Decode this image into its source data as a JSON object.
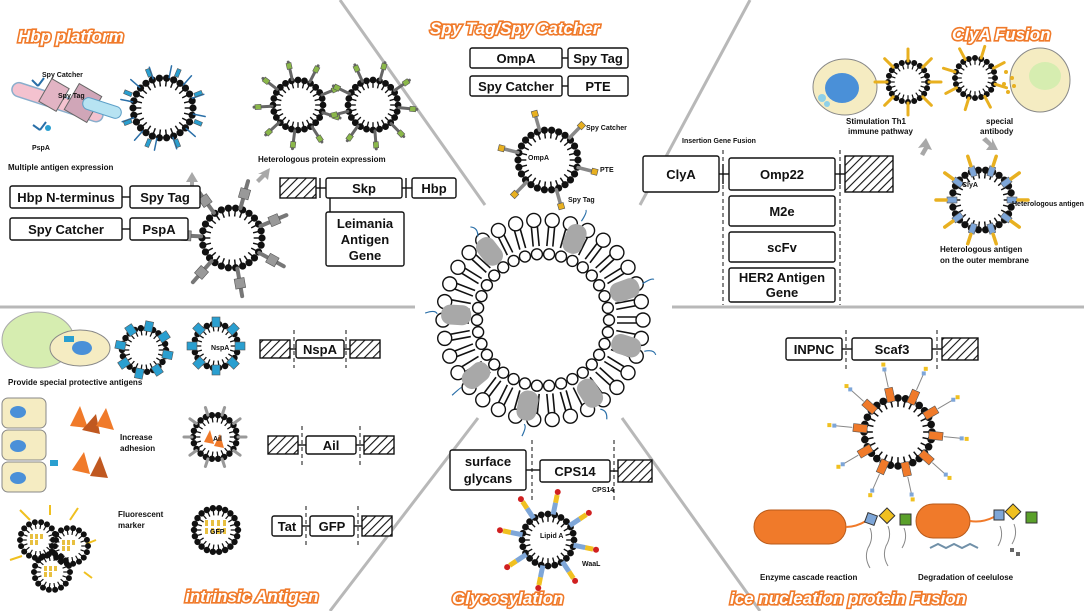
{
  "sections": {
    "hbp_platform": {
      "title": "Hbp platform",
      "spy_catcher": "Spy Catcher",
      "spy_tag": "Spy Tag",
      "pspa": "PspA",
      "caption": "Multiple antigen expression",
      "hetero_caption": "Heterologous protein expressiom",
      "construct1": [
        "Hbp N-terminus",
        "Spy Tag"
      ],
      "construct2": [
        "Spy Catcher",
        "PspA"
      ],
      "skp": "Skp",
      "hbp": "Hbp",
      "leimania": [
        "Leimania",
        "Antigen",
        "Gene"
      ]
    },
    "spy": {
      "title": "Spy Tag/Spy Catcher",
      "construct1": [
        "OmpA",
        "Spy Tag"
      ],
      "construct2": [
        "Spy Catcher",
        "PTE"
      ],
      "ves_spy_catcher": "Spy Catcher",
      "ves_ompa": "OmpA",
      "ves_pte": "PTE",
      "ves_spy_tag": "Spy Tag"
    },
    "clya": {
      "title": "ClyA Fusion",
      "stim": [
        "Stimulation Th1",
        "immune pathway"
      ],
      "special": [
        "special",
        "antibody"
      ],
      "insertion": "Insertion  Gene  Fusion",
      "clya_box": "ClyA",
      "omp22": "Omp22",
      "m2e": "M2e",
      "scfv": "scFv",
      "her2": [
        "HER2 Antigen",
        "Gene"
      ],
      "ves_clya": "ClyA",
      "hetero_antigen": "Heterologous antigen",
      "outer": [
        "Heterologous antigen",
        "on the outer membrane"
      ]
    },
    "intrinsic": {
      "title": "intrinsic Antigen",
      "protective": "Provide special protective antigens",
      "nspa": "NspA",
      "adhesion": [
        "Increase",
        "adhesion"
      ],
      "ail": "Ail",
      "fluor": [
        "Fluorescent",
        "marker"
      ],
      "tat": "Tat",
      "gfp": "GFP",
      "ves_nspa": "NspA",
      "ves_ail": "Ail",
      "ves_gfp": "GFP"
    },
    "glyco": {
      "title": "Glycosylation",
      "surface": [
        "surface",
        "glycans"
      ],
      "cps14": "CPS14",
      "ves_cps14": "CPS14",
      "lipid_a": "Lipid A",
      "waal": "WaaL"
    },
    "inp": {
      "title": "ice nucleation protein Fusion",
      "inpnc": "INPNC",
      "scaf3": "Scaf3",
      "enzyme": "Enzyme cascade reaction",
      "degradation": "Degradation of ceelulose"
    }
  },
  "colors": {
    "title_orange": "#f07a2a",
    "antigen_blue": "#2a9fd0",
    "clya_yellow": "#e8b020",
    "clya_blue": "#7ea6d8",
    "gfp_yellow": "#e8c040",
    "membrane_gray": "#a8a8a8",
    "glyco_red": "#d02020",
    "glyco_yellow": "#f0c020",
    "cell_yellow": "#f5ecc2",
    "cell_green": "#d6edb0",
    "nucleus_blue": "#4a90d8"
  }
}
